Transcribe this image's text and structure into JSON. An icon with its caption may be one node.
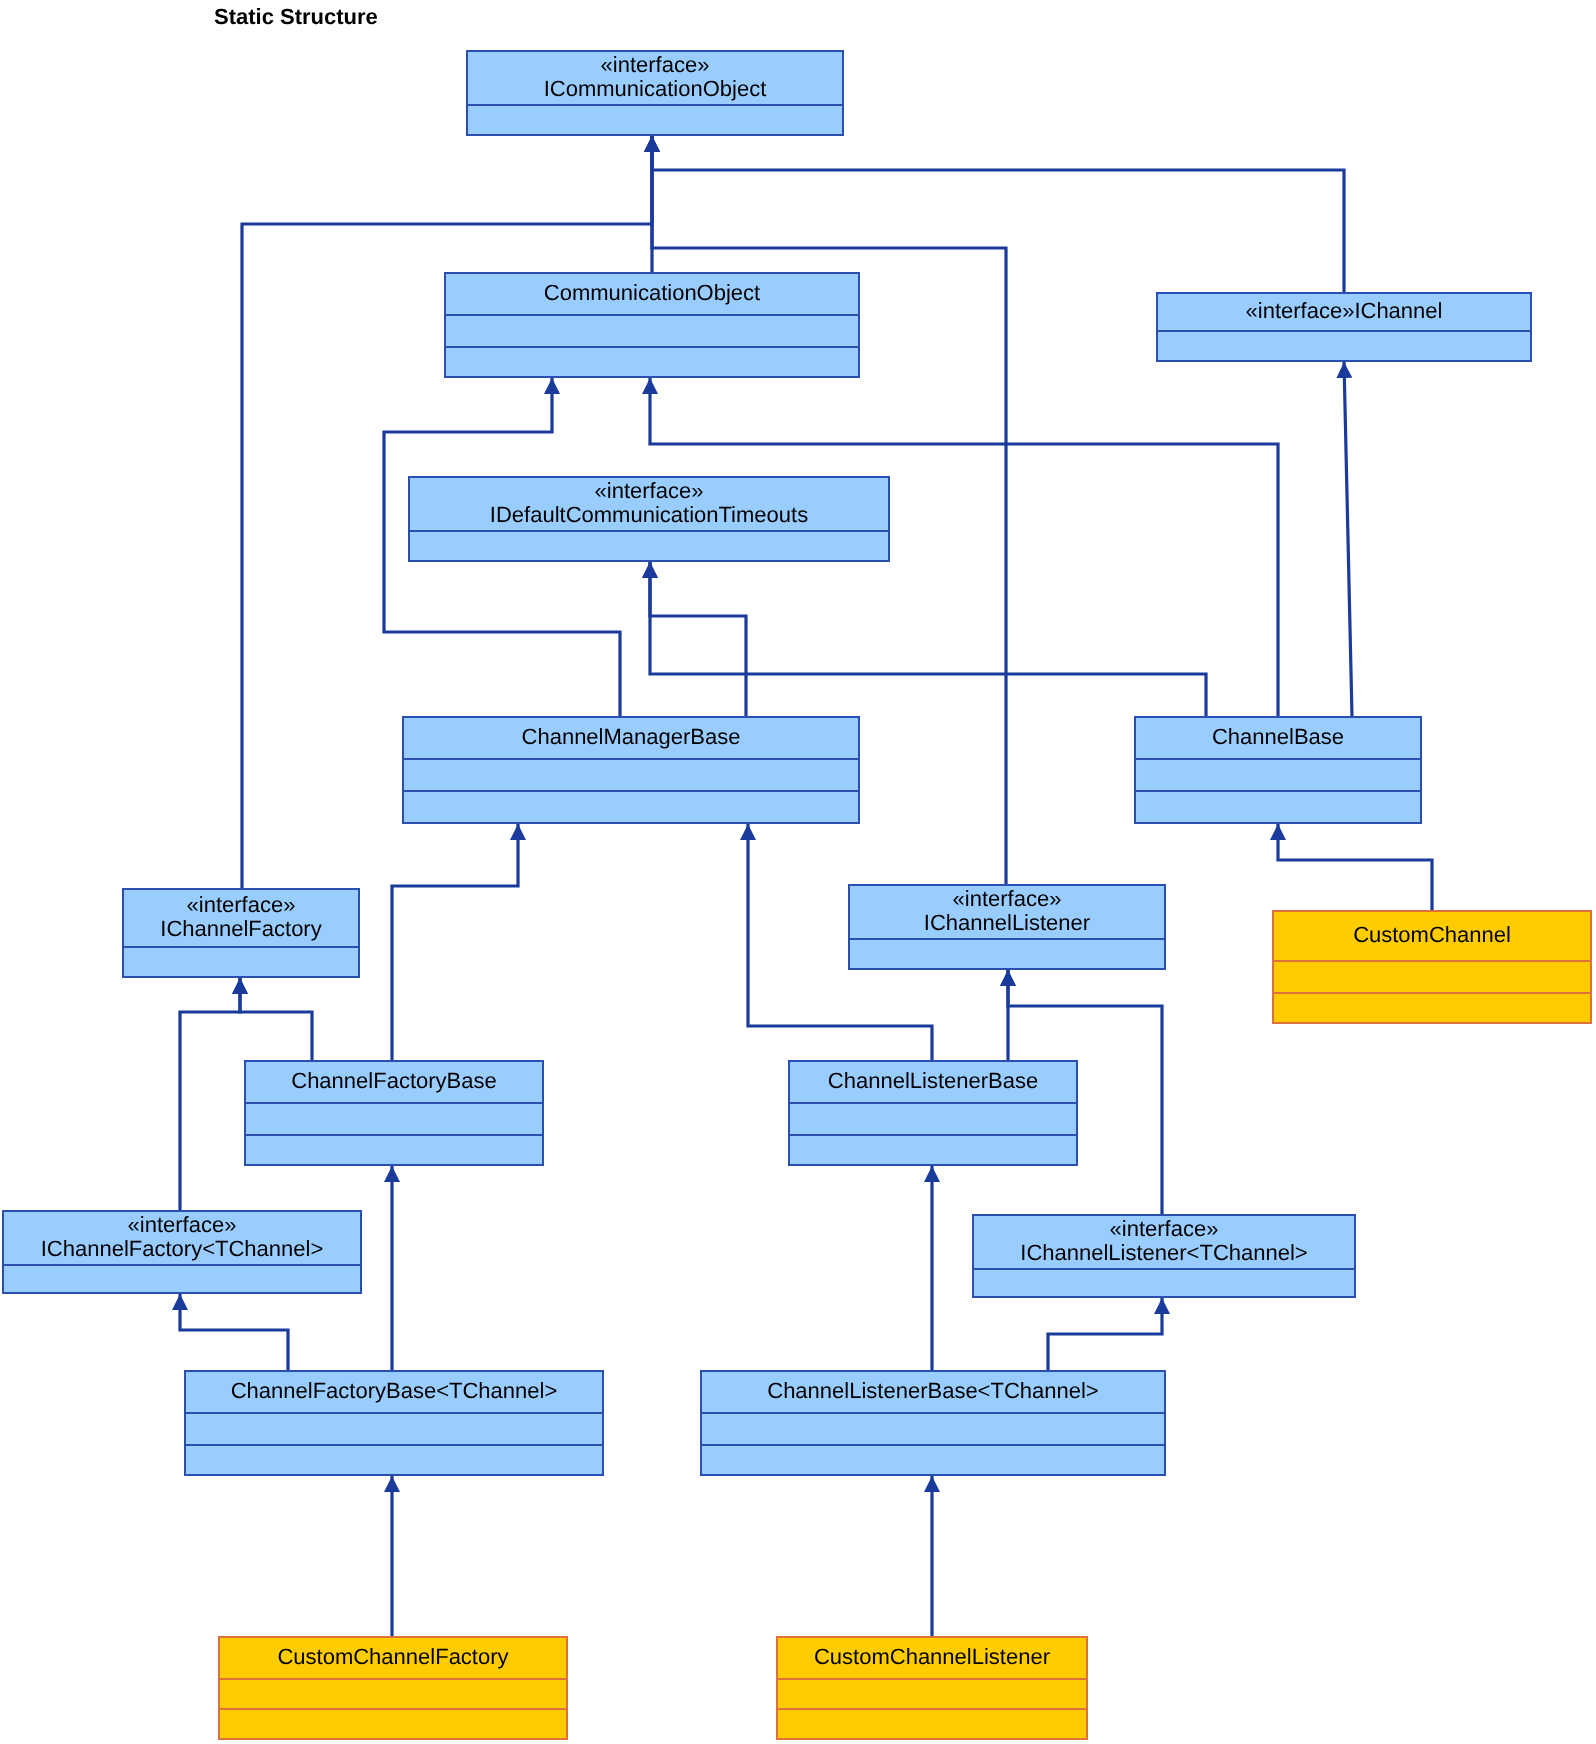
{
  "diagram": {
    "title": "Static Structure",
    "nodes": [
      {
        "text": [
          "«interface»",
          "ICommunicationObject"
        ]
      },
      {
        "text": [
          "CommunicationObject"
        ]
      },
      {
        "text": [
          "«interface»IChannel"
        ]
      },
      {
        "text": [
          "«interface»",
          "IDefaultCommunicationTimeouts"
        ]
      },
      {
        "text": [
          "ChannelManagerBase"
        ]
      },
      {
        "text": [
          "ChannelBase"
        ]
      },
      {
        "text": [
          "«interface»",
          "IChannelFactory"
        ]
      },
      {
        "text": [
          "«interface»",
          "IChannelListener"
        ]
      },
      {
        "text": [
          "CustomChannel"
        ]
      },
      {
        "text": [
          "ChannelFactoryBase"
        ]
      },
      {
        "text": [
          "ChannelListenerBase"
        ]
      },
      {
        "text": [
          "«interface»",
          "IChannelFactory<TChannel>"
        ]
      },
      {
        "text": [
          "«interface»",
          "IChannelListener<TChannel>"
        ]
      },
      {
        "text": [
          "ChannelFactoryBase<TChannel>"
        ]
      },
      {
        "text": [
          "ChannelListenerBase<TChannel>"
        ]
      },
      {
        "text": [
          "CustomChannelFactory"
        ]
      },
      {
        "text": [
          "CustomChannelListener"
        ]
      }
    ],
    "edges": [
      {
        "from": 1,
        "to": 0,
        "arrow": "to"
      },
      {
        "from": 2,
        "to": 0,
        "arrow": "to"
      },
      {
        "from": 6,
        "to": 0,
        "arrow": "to"
      },
      {
        "from": 7,
        "to": 0,
        "arrow": "to"
      },
      {
        "from": 4,
        "to": 1,
        "arrow": "to"
      },
      {
        "from": 5,
        "to": 1,
        "arrow": "to"
      },
      {
        "from": 5,
        "to": 2,
        "arrow": "to"
      },
      {
        "from": 4,
        "to": 3,
        "arrow": "to"
      },
      {
        "from": 5,
        "to": 3,
        "arrow": "to"
      },
      {
        "from": 9,
        "to": 4,
        "arrow": "to"
      },
      {
        "from": 10,
        "to": 4,
        "arrow": "to"
      },
      {
        "from": 8,
        "to": 5,
        "arrow": "to"
      },
      {
        "from": 9,
        "to": 6,
        "arrow": "to"
      },
      {
        "from": 11,
        "to": 6,
        "arrow": "to"
      },
      {
        "from": 10,
        "to": 7,
        "arrow": "to"
      },
      {
        "from": 12,
        "to": 7,
        "arrow": "to"
      },
      {
        "from": 13,
        "to": 11,
        "arrow": "to"
      },
      {
        "from": 13,
        "to": 9,
        "arrow": "to"
      },
      {
        "from": 14,
        "to": 10,
        "arrow": "to"
      },
      {
        "from": 14,
        "to": 12,
        "arrow": "to"
      },
      {
        "from": 15,
        "to": 13,
        "arrow": "to"
      },
      {
        "from": 16,
        "to": 14,
        "arrow": "to"
      }
    ]
  }
}
